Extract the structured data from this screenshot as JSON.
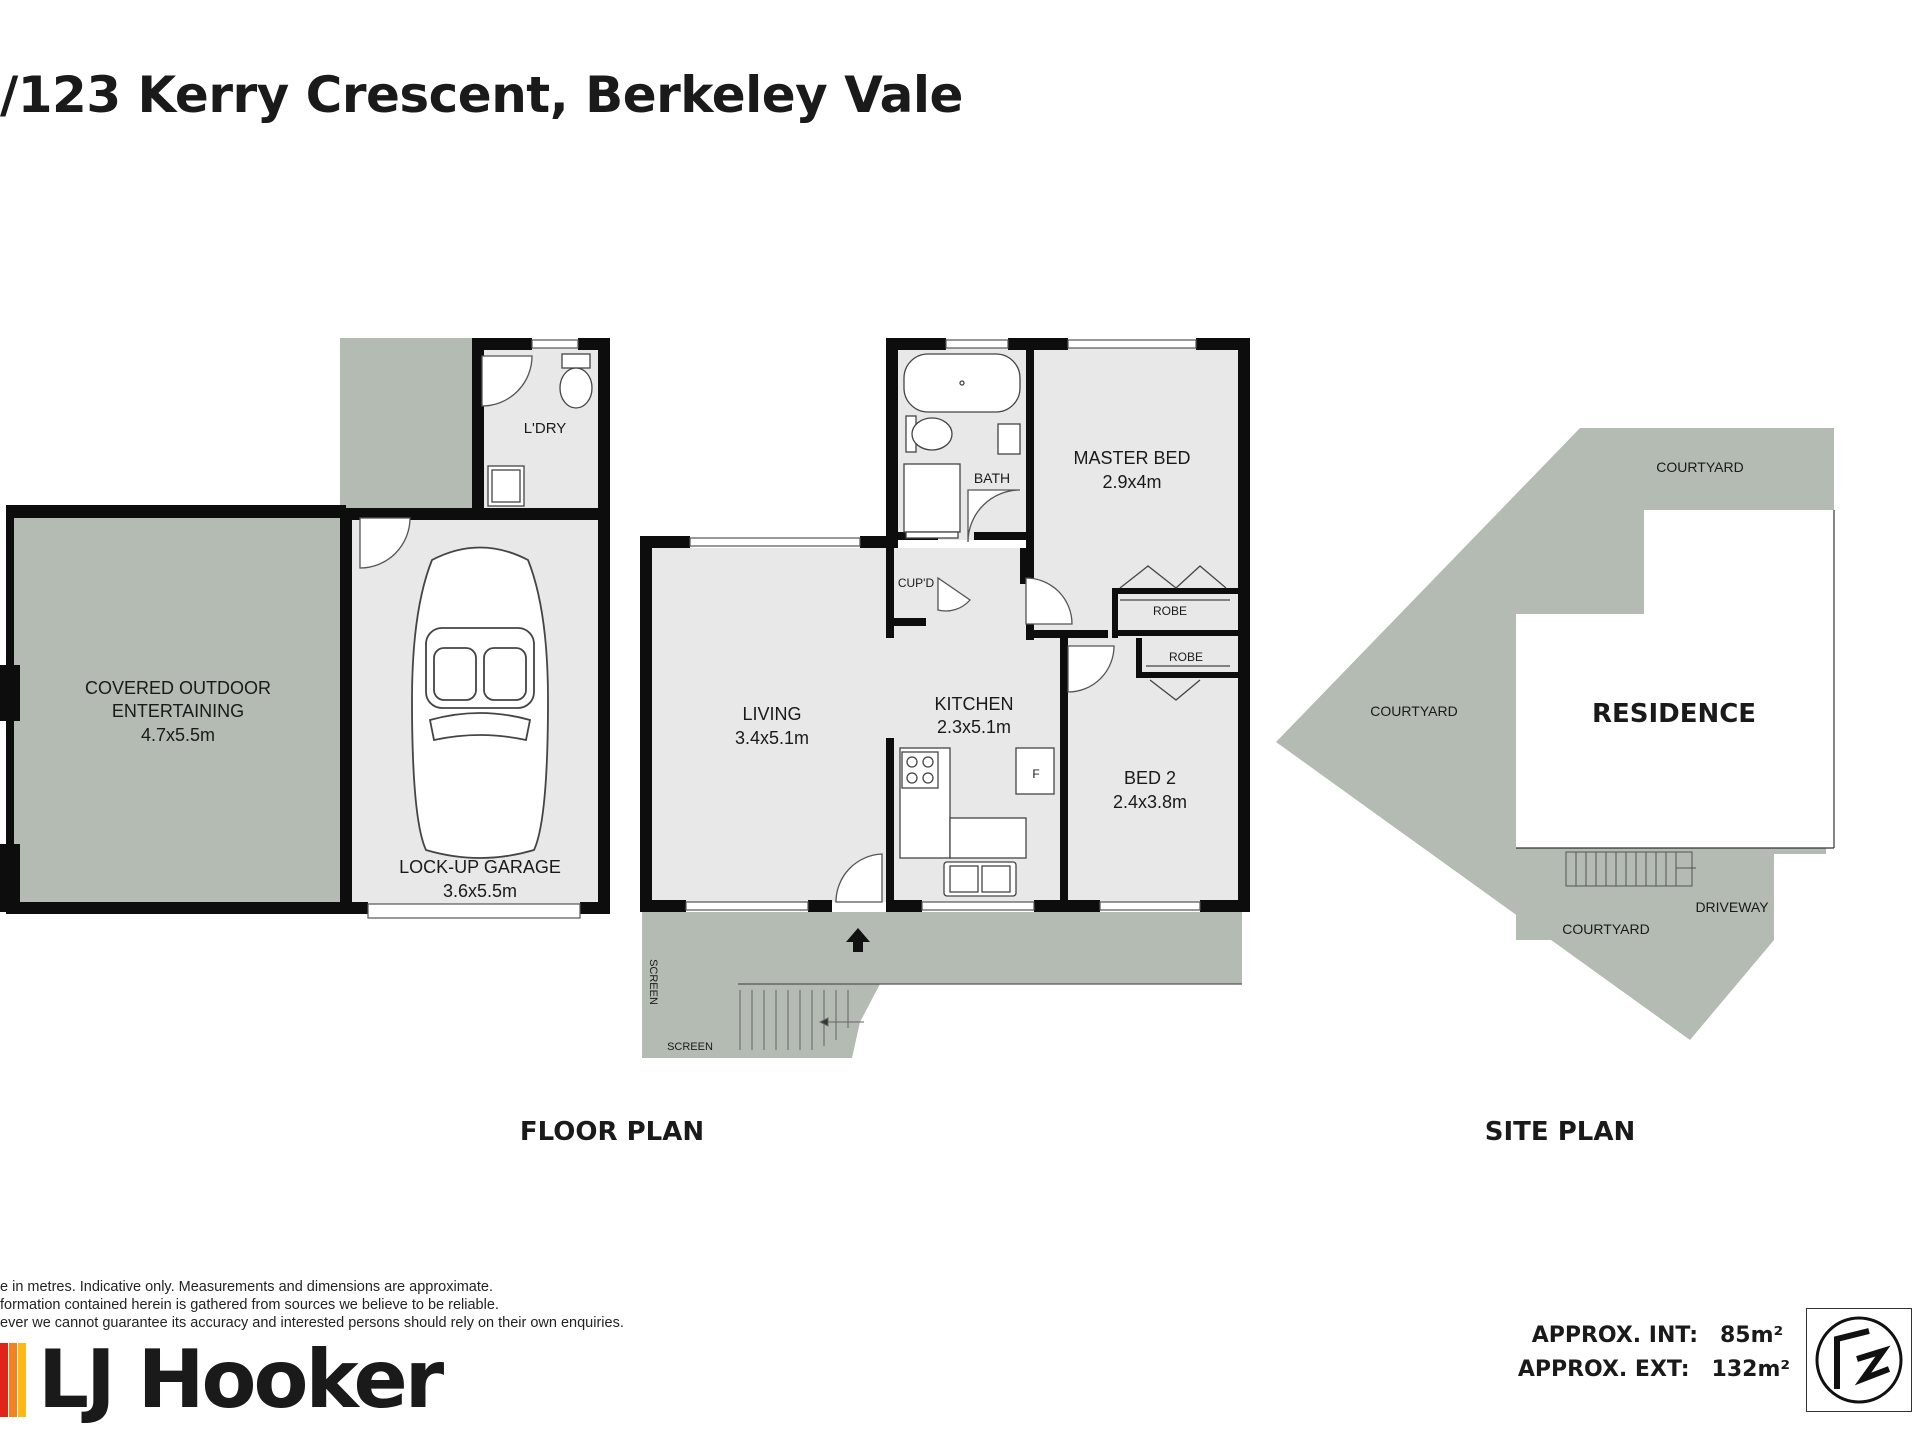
{
  "header": {
    "title": "/123 Kerry Crescent, Berkeley Vale"
  },
  "floor_plan": {
    "heading": "FLOOR PLAN",
    "rooms": {
      "covered_outdoor": {
        "name_line1": "COVERED OUTDOOR",
        "name_line2": "ENTERTAINING",
        "size": "4.7x5.5m"
      },
      "garage": {
        "name": "LOCK-UP GARAGE",
        "size": "3.6x5.5m"
      },
      "laundry": {
        "name": "L'DRY"
      },
      "living": {
        "name": "LIVING",
        "size": "3.4x5.1m"
      },
      "kitchen": {
        "name": "KITCHEN",
        "size": "2.3x5.1m"
      },
      "bath": {
        "name": "BATH"
      },
      "cupboard": {
        "name": "CUP'D"
      },
      "master_bed": {
        "name": "MASTER BED",
        "size": "2.9x4m"
      },
      "robe_master": {
        "name": "ROBE"
      },
      "robe_bed2": {
        "name": "ROBE"
      },
      "bed2": {
        "name": "BED 2",
        "size": "2.4x3.8m"
      },
      "fridge": {
        "name": "F"
      },
      "screen_side": {
        "name": "SCREEN"
      },
      "screen_bottom": {
        "name": "SCREEN"
      }
    }
  },
  "site_plan": {
    "heading": "SITE PLAN",
    "labels": {
      "courtyard_top": "COURTYARD",
      "courtyard_left": "COURTYARD",
      "courtyard_bottom": "COURTYARD",
      "driveway": "DRIVEWAY",
      "residence": "RESIDENCE"
    }
  },
  "disclaimer": [
    "e in metres. Indicative only. Measurements and dimensions are approximate.",
    "formation contained herein is gathered from sources we believe to be reliable.",
    "ever we cannot guarantee its accuracy and interested persons should rely on their own enquiries."
  ],
  "areas": {
    "int_label": "APPROX. INT:",
    "int_value": "85m²",
    "ext_label": "APPROX. EXT:",
    "ext_value": "132m²"
  },
  "brand": {
    "name": "LJ Hooker",
    "colors": [
      "#e2231a",
      "#f58220",
      "#fdb913"
    ]
  },
  "colors": {
    "wall": "#0d0d0d",
    "outdoor": "#b3bbb3",
    "floor": "#e8e8e8",
    "ink": "#1a1a1a"
  },
  "icons": {
    "compass": "north-arrow-icon",
    "entry": "arrow-up-icon"
  }
}
